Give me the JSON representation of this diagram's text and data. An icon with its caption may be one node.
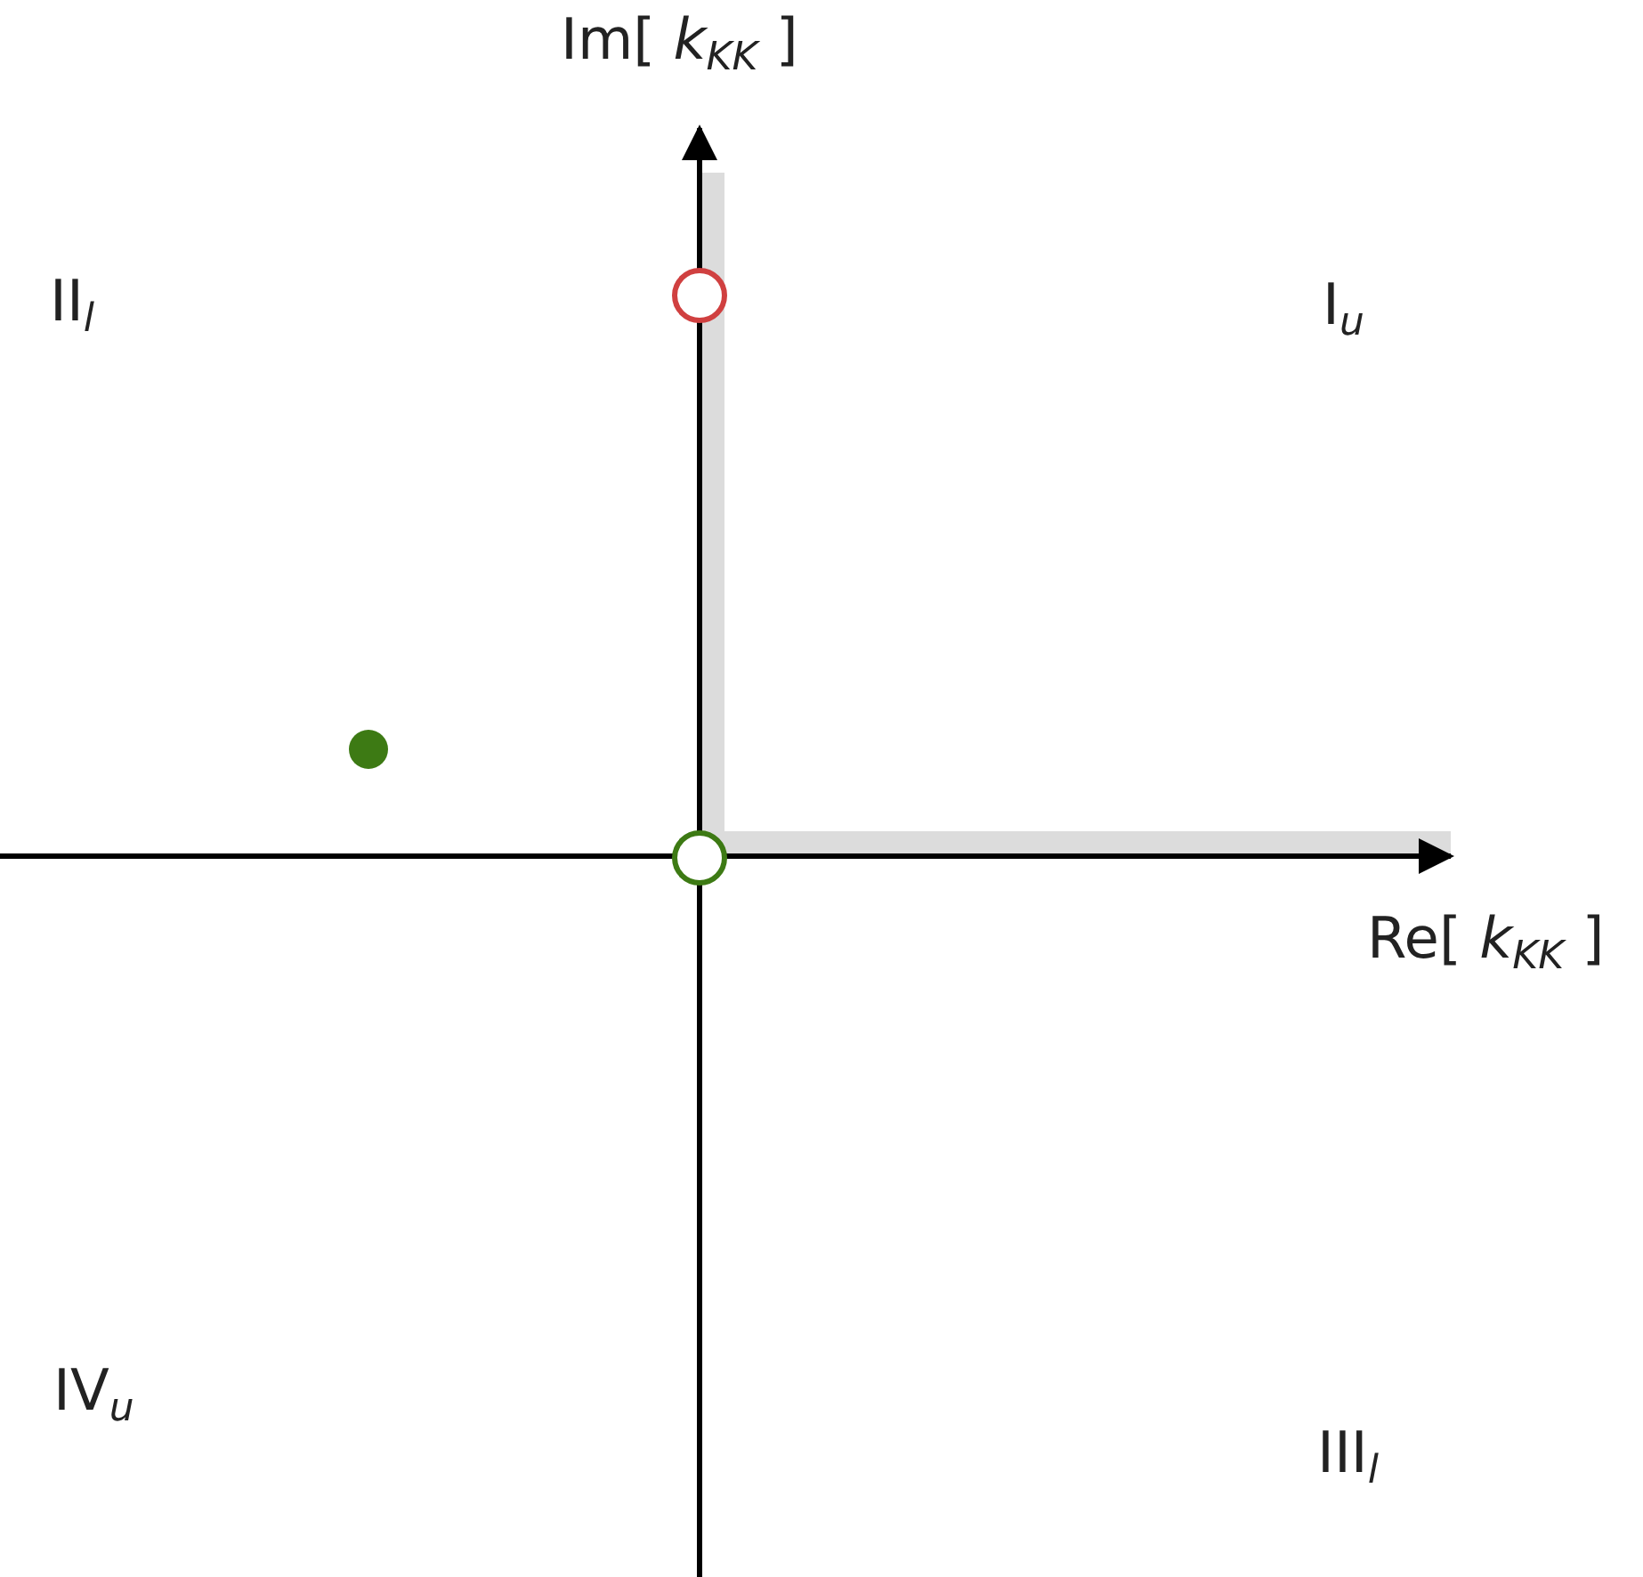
{
  "diagram": {
    "labels": [
      "Im[ *k*$_{KK}$ ]",
      "II$_{l}$",
      "I$_{u}$",
      "Re[ *k*$_{KK}$ ]",
      "IV$_{u}$",
      "III$_{l}$"
    ]
  }
}
